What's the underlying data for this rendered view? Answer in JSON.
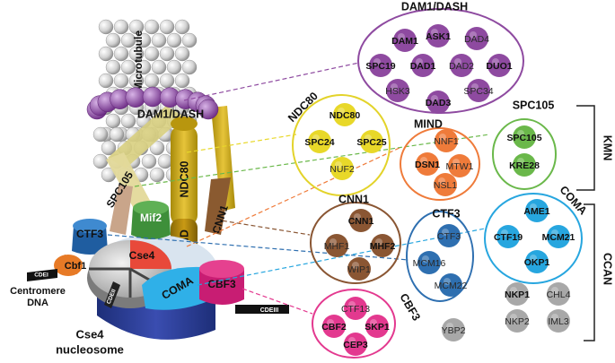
{
  "labels": {
    "microtubule": "Microtubule",
    "dam1_dash_left": "DAM1/DASH",
    "spc105_left": "SPC105",
    "ndc80_left": "NDC80",
    "cnn1_left": "CNN1",
    "mind_left": "MIND",
    "mif2": "Mif2",
    "ctf3_left": "CTF3",
    "cse4": "Cse4",
    "coma_left": "COMA",
    "cbf3_left": "CBF3",
    "cbf1": "Cbf1",
    "cdei": "CDEI",
    "cdeii": "CDEII",
    "cdeiii": "CDEIII",
    "centromere_dna": [
      "Centromere",
      "DNA"
    ],
    "cse4_nucleosome": [
      "Cse4",
      "nucleosome"
    ]
  },
  "groups": {
    "dam1": {
      "title": "DAM1/DASH",
      "color": "#8e4aa0",
      "proteins": [
        {
          "name": "ASK1",
          "bold": true
        },
        {
          "name": "DAM1",
          "bold": true
        },
        {
          "name": "DAD4",
          "bold": false
        },
        {
          "name": "SPC19",
          "bold": true
        },
        {
          "name": "DAD1",
          "bold": true
        },
        {
          "name": "DAD2",
          "bold": false
        },
        {
          "name": "DUO1",
          "bold": true
        },
        {
          "name": "HSK3",
          "bold": false
        },
        {
          "name": "DAD3",
          "bold": true
        },
        {
          "name": "SPC34",
          "bold": false
        }
      ]
    },
    "ndc80": {
      "title": "NDC80",
      "color": "#e8d829",
      "proteins": [
        {
          "name": "NDC80",
          "bold": true
        },
        {
          "name": "SPC24",
          "bold": true
        },
        {
          "name": "SPC25",
          "bold": true
        },
        {
          "name": "NUF2",
          "bold": false
        }
      ]
    },
    "mind": {
      "title": "MIND",
      "color": "#ef7b3a",
      "proteins": [
        {
          "name": "NNF1",
          "bold": false
        },
        {
          "name": "DSN1",
          "bold": true
        },
        {
          "name": "MTW1",
          "bold": false
        },
        {
          "name": "NSL1",
          "bold": false
        }
      ]
    },
    "spc105": {
      "title": "SPC105",
      "color": "#6ab84a",
      "proteins": [
        {
          "name": "SPC105",
          "bold": true
        },
        {
          "name": "KRE28",
          "bold": true
        }
      ]
    },
    "cnn1": {
      "title": "CNN1",
      "color": "#8a5633",
      "proteins": [
        {
          "name": "CNN1",
          "bold": true
        },
        {
          "name": "MHF1",
          "bold": false
        },
        {
          "name": "MHF2",
          "bold": true
        },
        {
          "name": "WIP1",
          "bold": false
        }
      ]
    },
    "ctf3": {
      "title": "CTF3",
      "color": "#2e6fb0",
      "proteins": [
        {
          "name": "CTF3",
          "bold": false
        },
        {
          "name": "MCM16",
          "bold": false
        },
        {
          "name": "MCM22",
          "bold": false
        }
      ]
    },
    "coma": {
      "title": "COMA",
      "color": "#27a6df",
      "proteins": [
        {
          "name": "AME1",
          "bold": true
        },
        {
          "name": "CTF19",
          "bold": true
        },
        {
          "name": "MCM21",
          "bold": true
        },
        {
          "name": "OKP1",
          "bold": true
        }
      ]
    },
    "cbf3": {
      "title": "CBF3",
      "color": "#e3398f",
      "proteins": [
        {
          "name": "CTF13",
          "bold": false
        },
        {
          "name": "CBF2",
          "bold": true
        },
        {
          "name": "SKP1",
          "bold": true
        },
        {
          "name": "CEP3",
          "bold": true
        }
      ]
    },
    "ccan_other": {
      "color": "#a8a8a8",
      "proteins": [
        {
          "name": "YBP2",
          "bold": false
        },
        {
          "name": "NKP1",
          "bold": true
        },
        {
          "name": "CHL4",
          "bold": false
        },
        {
          "name": "NKP2",
          "bold": false
        },
        {
          "name": "IML3",
          "bold": false
        }
      ]
    }
  },
  "brackets": {
    "kmn": "KMN",
    "ccan": "CCAN"
  }
}
